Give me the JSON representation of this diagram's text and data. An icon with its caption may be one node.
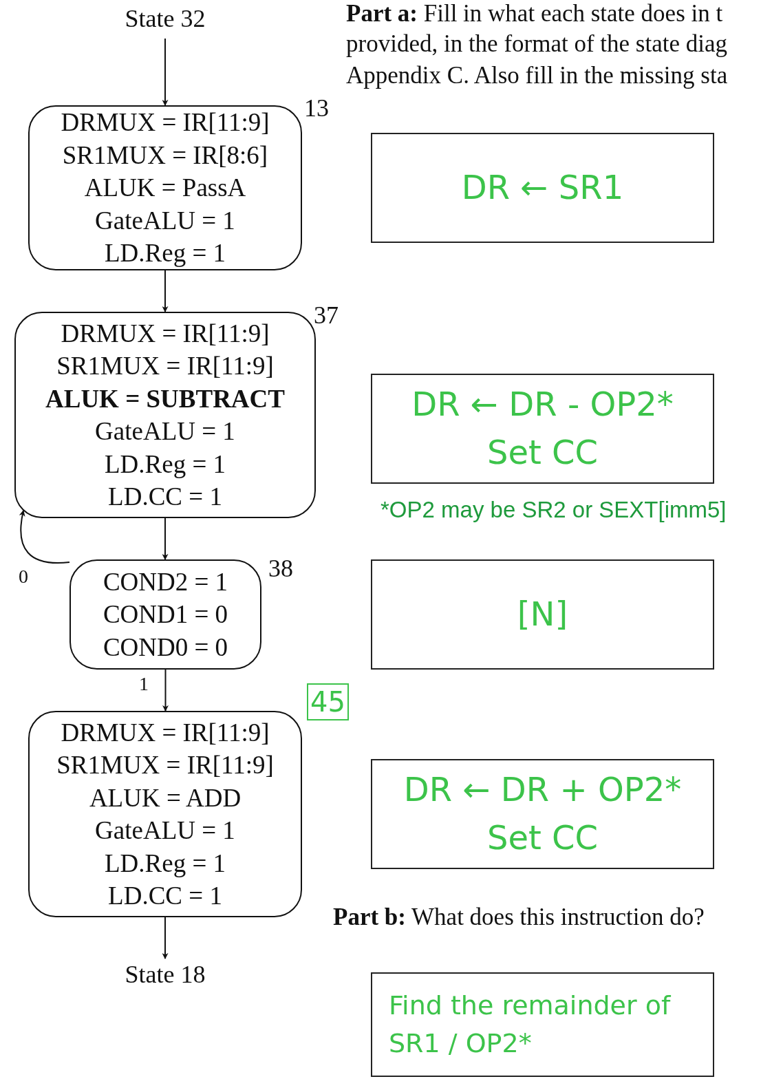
{
  "diagram": {
    "nodes": [
      {
        "text": [
          "State 32"
        ]
      },
      {
        "text": [
          "DRMUX = IR[11:9]",
          "SR1MUX = IR[8:6]",
          "ALUK = PassA",
          "GateALU = 1",
          "LD.Reg = 1"
        ],
        "beside": [
          "13"
        ]
      },
      {
        "text": [
          "DRMUX = IR[11:9]",
          "SR1MUX = IR[11:9]",
          "**ALUK = SUBTRACT**",
          "GateALU = 1",
          "LD.Reg = 1",
          "LD.CC = 1"
        ],
        "beside": [
          "37"
        ]
      },
      {
        "text": [
          "COND2 = 1",
          "COND1 = 0",
          "COND0 = 0"
        ],
        "beside": [
          "38"
        ]
      },
      {
        "text": [
          "DRMUX = IR[11:9]",
          "SR1MUX = IR[11:9]",
          "ALUK = ADD",
          "GateALU = 1",
          "LD.Reg = 1",
          "LD.CC = 1"
        ],
        "beside": [
          "45"
        ]
      },
      {
        "text": [
          "State 18"
        ]
      },
      {
        "text": [
          "DR ← SR1"
        ]
      },
      {
        "text": [
          "DR ← DR - OP2*",
          "Set CC"
        ]
      },
      {
        "text": [
          "[N]"
        ]
      },
      {
        "text": [
          "DR ← DR + OP2*",
          "Set CC"
        ]
      },
      {
        "text": [
          "Find the remainder of SR1 / OP2*"
        ]
      }
    ],
    "edges": [
      {
        "from": 0,
        "to": 1,
        "arrow": "to"
      },
      {
        "from": 1,
        "to": 2,
        "arrow": "to"
      },
      {
        "from": 2,
        "to": 3,
        "arrow": "to"
      },
      {
        "from": 3,
        "to": 4,
        "arrow": "to",
        "label": "1"
      },
      {
        "from": 4,
        "to": 5,
        "arrow": "to"
      },
      {
        "from": 3,
        "to": 2,
        "arrow": "to",
        "label": "0"
      }
    ],
    "labels": [
      "**Part a:** Fill in what each state does in t",
      "provided, in the format of the state diag",
      "Appendix C. Also fill in the missing sta",
      "*OP2 may be SR2 or SEXT[imm5]",
      "**Part b:** What does this instruction do?"
    ]
  }
}
